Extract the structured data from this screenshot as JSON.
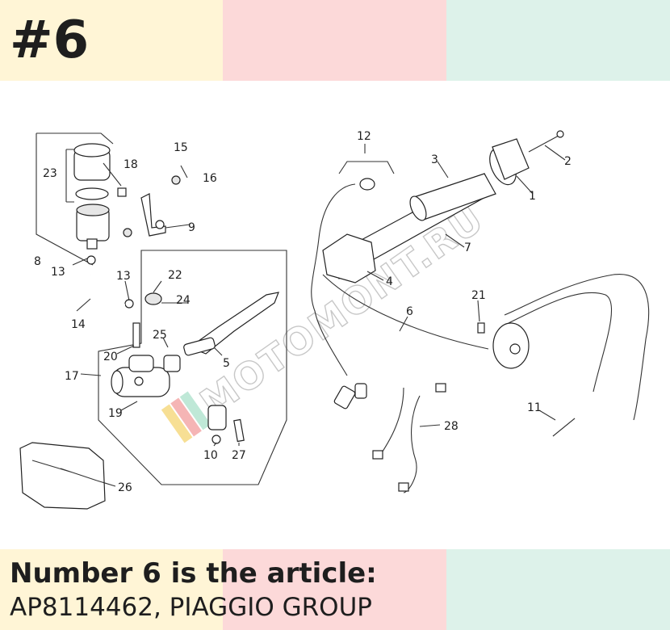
{
  "header": {
    "part_number": "#6"
  },
  "footer": {
    "line1": "Number 6 is the article:",
    "line2": "AP8114462, PIAGGIO GROUP"
  },
  "diagram": {
    "watermark": "MOTOMONT.RU",
    "callouts": [
      "1",
      "2",
      "3",
      "4",
      "5",
      "6",
      "7",
      "8",
      "9",
      "10",
      "11",
      "12",
      "13",
      "13",
      "14",
      "15",
      "16",
      "17",
      "18",
      "19",
      "20",
      "21",
      "22",
      "23",
      "24",
      "25",
      "26",
      "27",
      "28"
    ],
    "colors": {
      "yellow": "#fff5d6",
      "pink": "#fcd9d9",
      "green": "#ddf2ea",
      "ink": "#1e1e1e"
    }
  }
}
